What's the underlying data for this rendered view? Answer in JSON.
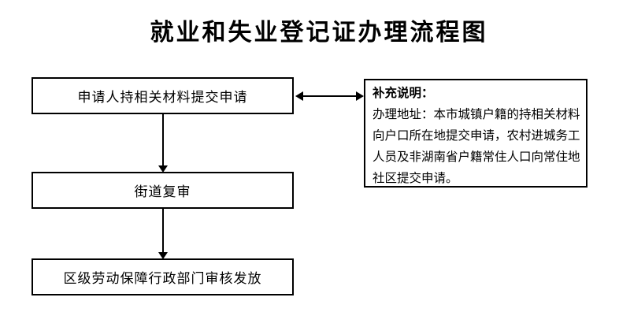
{
  "title": "就业和失业登记证办理流程图",
  "flow": {
    "steps": [
      {
        "label": "申请人持相关材料提交申请"
      },
      {
        "label": "街道复审"
      },
      {
        "label": "区级劳动保障行政部门审核发放"
      }
    ]
  },
  "note": {
    "heading": "补充说明：",
    "lines": [
      "办理地址：本市城镇户籍的持相关材料",
      "向户口所在地提交申请，农村进城务工",
      "人员及非湖南省户籍常住人口向常住地",
      "社区提交申请。"
    ]
  },
  "colors": {
    "background": "#ffffff",
    "border": "#000000",
    "text": "#000000"
  }
}
